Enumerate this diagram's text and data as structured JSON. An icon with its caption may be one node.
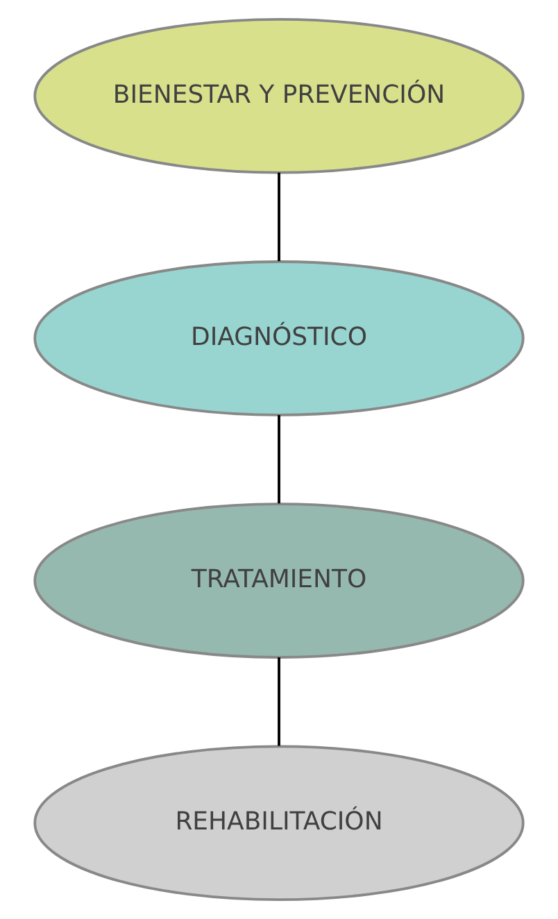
{
  "diagram": {
    "nodes": [
      {
        "text": [
          "BIENESTAR Y PREVENCIÓN"
        ]
      },
      {
        "text": [
          "DIAGNÓSTICO"
        ]
      },
      {
        "text": [
          "TRATAMIENTO"
        ]
      },
      {
        "text": [
          "REHABILITACIÓN"
        ]
      }
    ],
    "edges": [
      {
        "from": 0,
        "to": 1,
        "arrow": "none"
      },
      {
        "from": 1,
        "to": 2,
        "arrow": "none"
      },
      {
        "from": 2,
        "to": 3,
        "arrow": "none"
      }
    ]
  }
}
